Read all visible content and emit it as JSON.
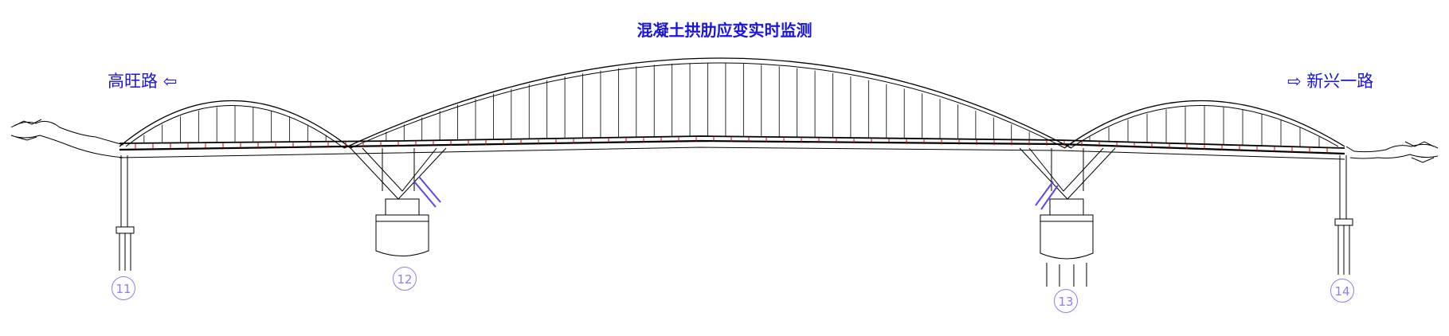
{
  "title": "混凝土拱肋应变实时监测",
  "road_left": "高旺路 ⇦",
  "road_right": "⇨ 新兴一路",
  "piers": [
    "11",
    "12",
    "13",
    "14"
  ],
  "colors": {
    "label": "#1a14e0",
    "pier_label": "#8a7ef0",
    "structure": "#000000",
    "sensor": "#cc0000"
  }
}
